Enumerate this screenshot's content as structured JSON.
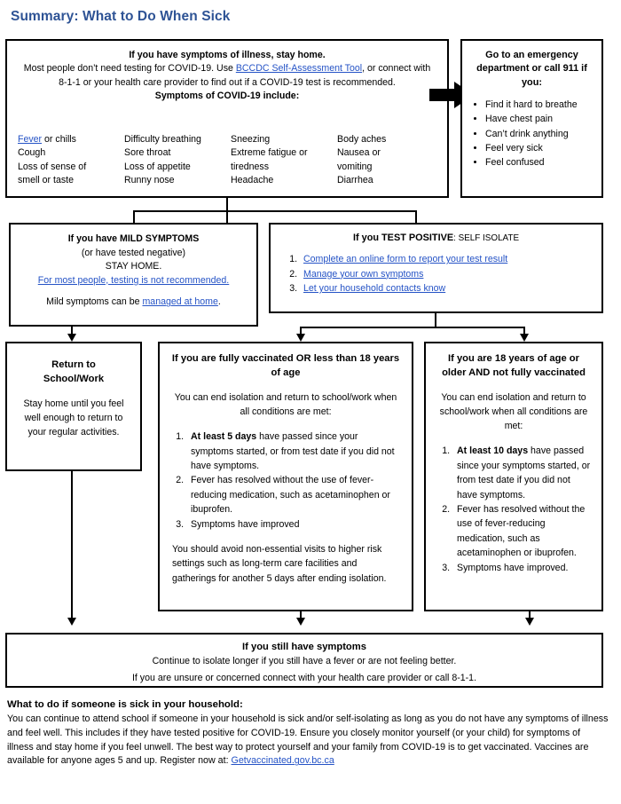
{
  "page": {
    "title": "Summary: What to Do When Sick",
    "title_color": "#2E5395",
    "link_color": "#2553C6"
  },
  "symptoms_box": {
    "line1": "If you have symptoms of illness, stay home.",
    "line2_a": "Most people don’t need testing for COVID-19. Use ",
    "line2_link": "BCCDC Self-Assessment Tool",
    "line2_b": ", or connect with 8-1-1 or your health care provider to find out if a COVID-19 test is recommended.",
    "line3": "Symptoms of COVID-19 include:",
    "columns": [
      {
        "items": [
          "Fever or chills",
          "Cough",
          "Loss of sense of",
          "smell or taste"
        ],
        "link_word": "Fever"
      },
      {
        "items": [
          "Difficulty breathing",
          "Sore throat",
          "Loss of appetite",
          "Runny nose"
        ]
      },
      {
        "items": [
          "Sneezing",
          "Extreme fatigue or",
          "tiredness",
          "Headache"
        ]
      },
      {
        "items": [
          "Body aches",
          "Nausea or",
          "vomiting",
          "Diarrhea"
        ]
      }
    ]
  },
  "emergency_box": {
    "heading": "Go to an emergency department or call 911 if you:",
    "items": [
      "Find it hard to breathe",
      "Have chest pain",
      "Can’t drink anything",
      "Feel very sick",
      "Feel confused"
    ]
  },
  "mild_box": {
    "heading": "If you have MILD SYMPTOMS",
    "line2": "(or have tested negative)",
    "line3": "STAY HOME.",
    "link1": "For most people, testing is not recommended.",
    "line5_a": "Mild symptoms can be ",
    "line5_link": "managed at home",
    "line5_b": "."
  },
  "positive_box": {
    "heading_bold": "If you TEST POSITIVE",
    "heading_small": ": SELF ISOLATE",
    "items": [
      "Complete an online form to report your test result",
      "Manage your own symptoms",
      "Let your household contacts know"
    ]
  },
  "return_box": {
    "heading_l1": "Return to",
    "heading_l2": "School/Work",
    "body": "Stay home until you feel well enough to return to your regular activities."
  },
  "vaccinated_box": {
    "heading": "If you are fully vaccinated OR less than 18 years of age",
    "subheading": "You can end isolation and return to school/work when all conditions are met:",
    "items": [
      {
        "bold": "At least 5 days",
        "rest": " have passed since your symptoms started, or from test date if you did not have symptoms."
      },
      {
        "bold": "",
        "rest": "Fever has resolved without the use of fever-reducing medication, such as acetaminophen or ibuprofen."
      },
      {
        "bold": "",
        "rest": "Symptoms have improved"
      }
    ],
    "footnote": "You should avoid non-essential visits to higher risk settings such as long-term care facilities and gatherings for another 5 days after ending isolation."
  },
  "unvaccinated_box": {
    "heading": "If you are 18 years of age or older AND not fully vaccinated",
    "subheading": "You can end isolation and return to school/work when all conditions are met:",
    "items": [
      {
        "bold": "At least 10 days",
        "rest": " have passed since your symptoms started, or from test date if you did not have symptoms."
      },
      {
        "bold": "",
        "rest": "Fever has resolved without the use of fever-reducing medication, such as acetaminophen or ibuprofen."
      },
      {
        "bold": "",
        "rest": "Symptoms have improved."
      }
    ]
  },
  "still_box": {
    "heading": "If you still have symptoms",
    "line2": "Continue to isolate longer if you still have a fever or are not feeling better.",
    "line3": "If you are unsure or concerned connect with your health care provider or call 8-1-1."
  },
  "footer": {
    "heading": "What to do if someone is sick in your household:",
    "body": "You can continue to attend school if someone in your household is sick and/or self-isolating as long as you do not have any symptoms of illness and feel well. This includes if they have tested positive for COVID-19. Ensure you closely monitor yourself (or your child) for symptoms of illness and stay home if you feel unwell. The best way to protect yourself and your family from COVID-19 is to get vaccinated. Vaccines are available for anyone ages 5 and up. Register now at: ",
    "link": "Getvaccinated.gov.bc.ca"
  }
}
